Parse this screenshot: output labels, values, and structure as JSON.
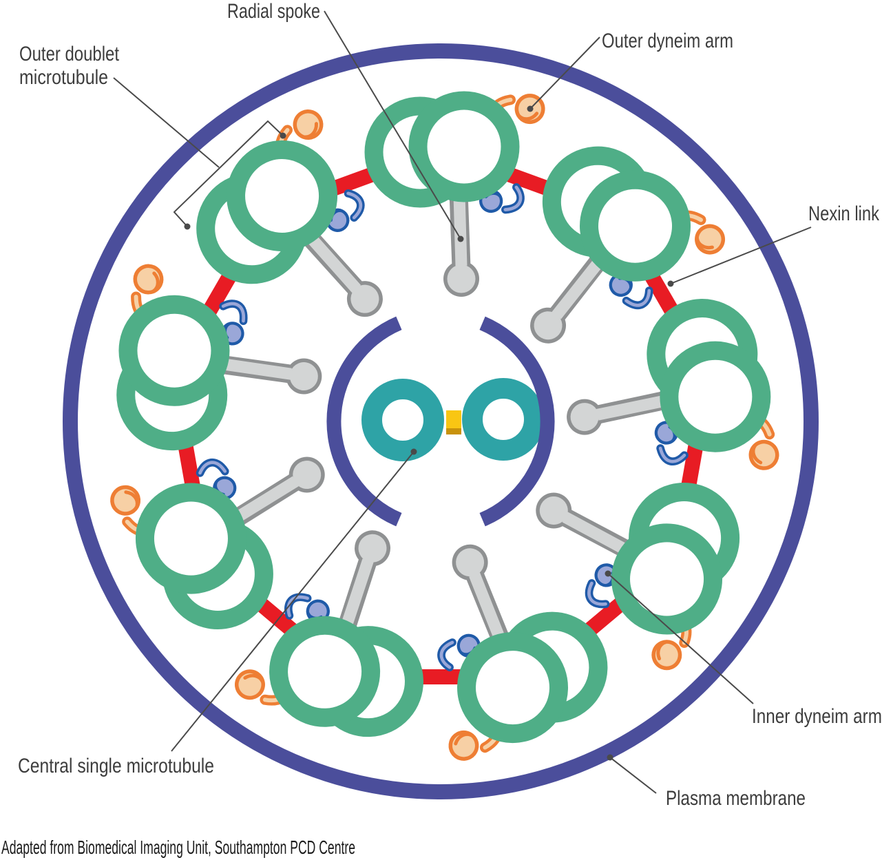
{
  "diagram": {
    "labels": {
      "radial_spoke": "Radial spoke",
      "outer_doublet_line1": "Outer doublet",
      "outer_doublet_line2": "microtubule",
      "outer_dynein_arm": "Outer dyneim arm",
      "nexin_link": "Nexin link",
      "inner_dynein_arm": "Inner dyneim arm",
      "plasma_membrane": "Plasma membrane",
      "central_single_microtubule": "Central single microtubule",
      "attribution": "Adapted from Biomedical Imaging Unit, Southampton PCD Centre"
    },
    "counts": {
      "outer_doublet_microtubules": 9,
      "central_single_microtubules": 2,
      "radial_spokes": 9,
      "nexin_links": 9,
      "outer_dynein_arms": 9,
      "inner_dynein_arms": 9
    },
    "colors": {
      "indigo": "#4b4e9b",
      "green": "#4fae87",
      "red": "#e81c24",
      "orange": "#ee7e34",
      "orange-fill": "#f7d0a5",
      "navy": "#1f5aa8",
      "peri": "#9aa7d8",
      "gray-edge": "#8f9192",
      "gray-fill": "#d3d5d5",
      "teal": "#2ea3a6",
      "yellow": "#f9c613",
      "yellow-dark": "#c8920c",
      "label-color": "#3d3d3d",
      "attr-color": "#1a1a1a",
      "leader-color": "#4a4a4a"
    }
  }
}
